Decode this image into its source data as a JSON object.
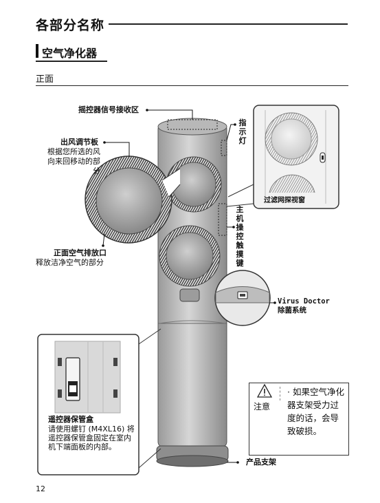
{
  "header": {
    "section_title": "各部分名称",
    "subsection_title": "空气净化器",
    "view_title": "正面"
  },
  "labels": {
    "remote_receiver": "摇控器信号接收区",
    "indicator_light": "指示灯",
    "airflow_blade_title": "出风调节板",
    "airflow_blade_desc": "根据您所选的风向来回移动的部分",
    "filter_window": "过滤网探视窗",
    "main_control_panel": "主机操控触摸键",
    "front_outlet_title": "正面空气排放口",
    "front_outlet_desc": "释放洁净空气的部分",
    "virus_doctor_line1": "Virus Doctor",
    "virus_doctor_line2": "除菌系统",
    "remote_holder_title": "遥控器保管盒",
    "remote_holder_desc": "请使用螺钉 (M4XL16) 将遥控器保管盒固定在室内机下端面板的内部。",
    "product_stand": "产品支架"
  },
  "caution": {
    "icon": "warning-triangle-icon",
    "title": "注意",
    "text": "· 如果空气净化器支架受力过度的话，会导致破损。"
  },
  "page_number": "12"
}
